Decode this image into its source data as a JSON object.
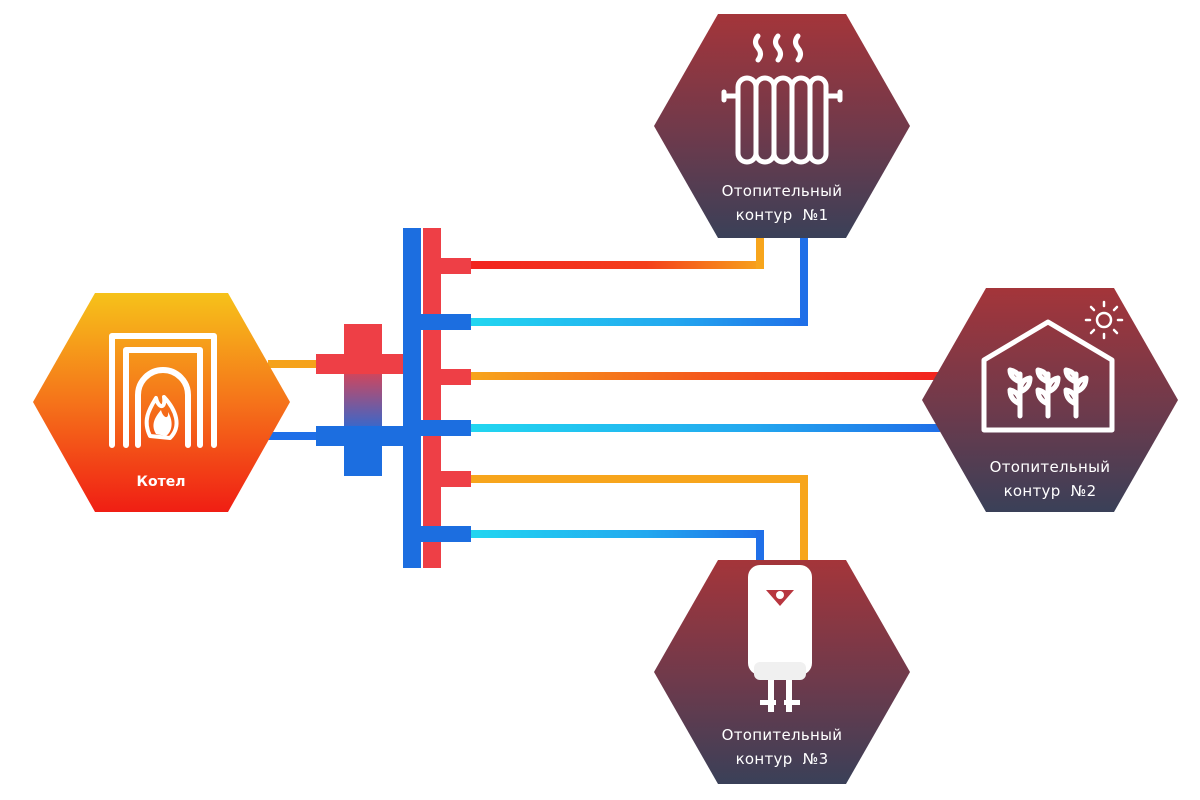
{
  "diagram": {
    "boiler": {
      "label": "Котел",
      "icon": "boiler-fire-icon"
    },
    "circuit1": {
      "line1": "Отопительный",
      "line2": "контур  №1",
      "icon": "radiator-icon"
    },
    "circuit2": {
      "line1": "Отопительный",
      "line2": "контур  №2",
      "icon": "greenhouse-icon"
    },
    "circuit3": {
      "line1": "Отопительный",
      "line2": "контур  №3",
      "icon": "water-heater-icon"
    }
  },
  "colors": {
    "hot": "#f2231f",
    "hot_orange": "#f7a51c",
    "cold": "#1f6fe8",
    "cold_cyan": "#22d6f0",
    "hex_top": "#a4353a",
    "hex_bottom": "#3a4058",
    "boiler_top": "#f6c21a",
    "boiler_bottom": "#f01e14",
    "manifold_hot": "#ee3f46",
    "manifold_cold": "#1c6ee0"
  }
}
